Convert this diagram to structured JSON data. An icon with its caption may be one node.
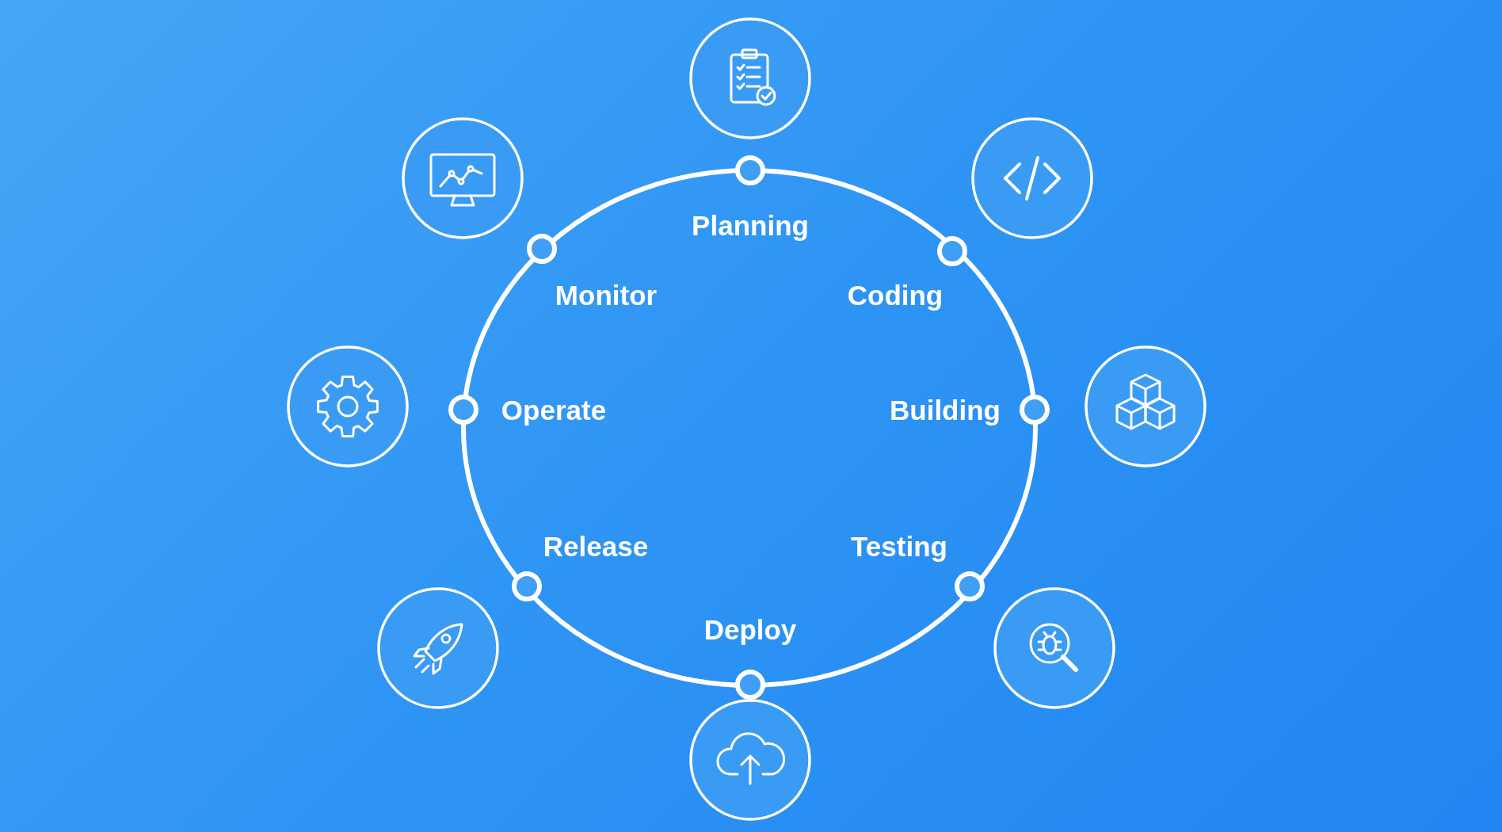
{
  "diagram": {
    "labels": [
      "Planning",
      "Monitor",
      "Coding",
      "Operate",
      "Building",
      "Release",
      "Testing",
      "Deploy"
    ]
  }
}
